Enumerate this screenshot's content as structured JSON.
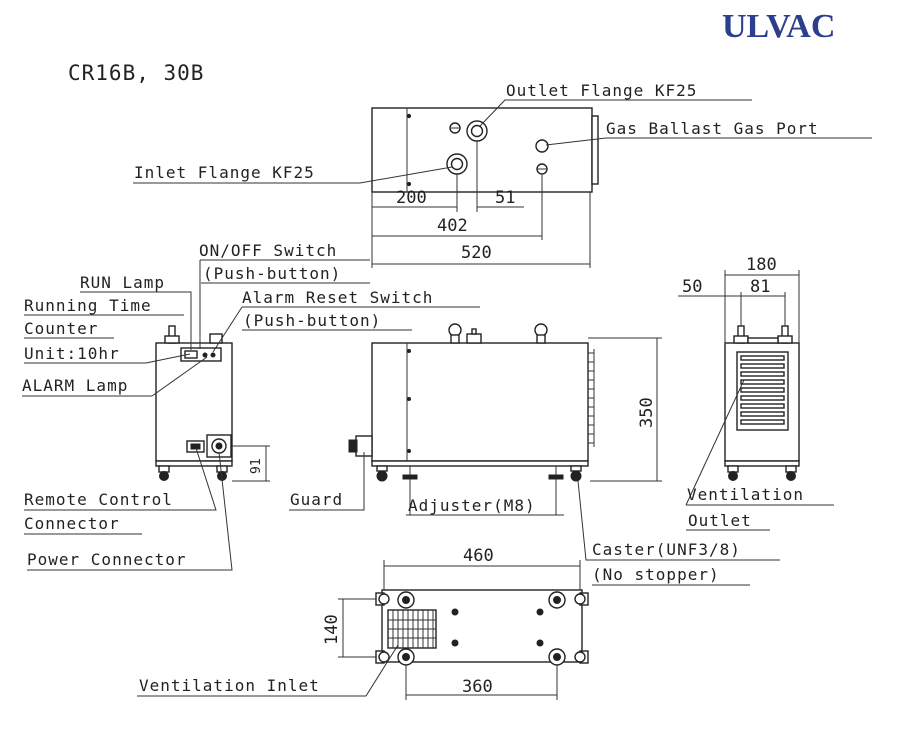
{
  "brand": {
    "name": "ULVAC",
    "color": "#2b3f8c"
  },
  "title": "CR16B, 30B",
  "labels": {
    "outlet_flange": "Outlet Flange KF25",
    "gas_ballast": "Gas Ballast Gas Port",
    "inlet_flange": "Inlet Flange KF25",
    "on_off_switch": "ON/OFF Switch",
    "push_button_1": "(Push-button)",
    "run_lamp": "RUN Lamp",
    "running_time": "Running Time",
    "counter": "Counter",
    "unit": "Unit:10hr",
    "alarm_reset": "Alarm Reset Switch",
    "push_button_2": "(Push-button)",
    "alarm_lamp": "ALARM Lamp",
    "remote_control": "Remote Control",
    "connector": "Connector",
    "power_connector": "Power Connector",
    "guard": "Guard",
    "adjuster": "Adjuster(M8)",
    "caster": "Caster(UNF3/8)",
    "no_stopper": "(No stopper)",
    "ventilation": "Ventilation",
    "outlet": "Outlet",
    "ventilation_inlet": "Ventilation Inlet"
  },
  "dimensions": {
    "d200": "200",
    "d51": "51",
    "d402": "402",
    "d520": "520",
    "d180": "180",
    "d50": "50",
    "d81": "81",
    "d350": "350",
    "d91": "91",
    "d460": "460",
    "d140": "140",
    "d360": "360"
  }
}
